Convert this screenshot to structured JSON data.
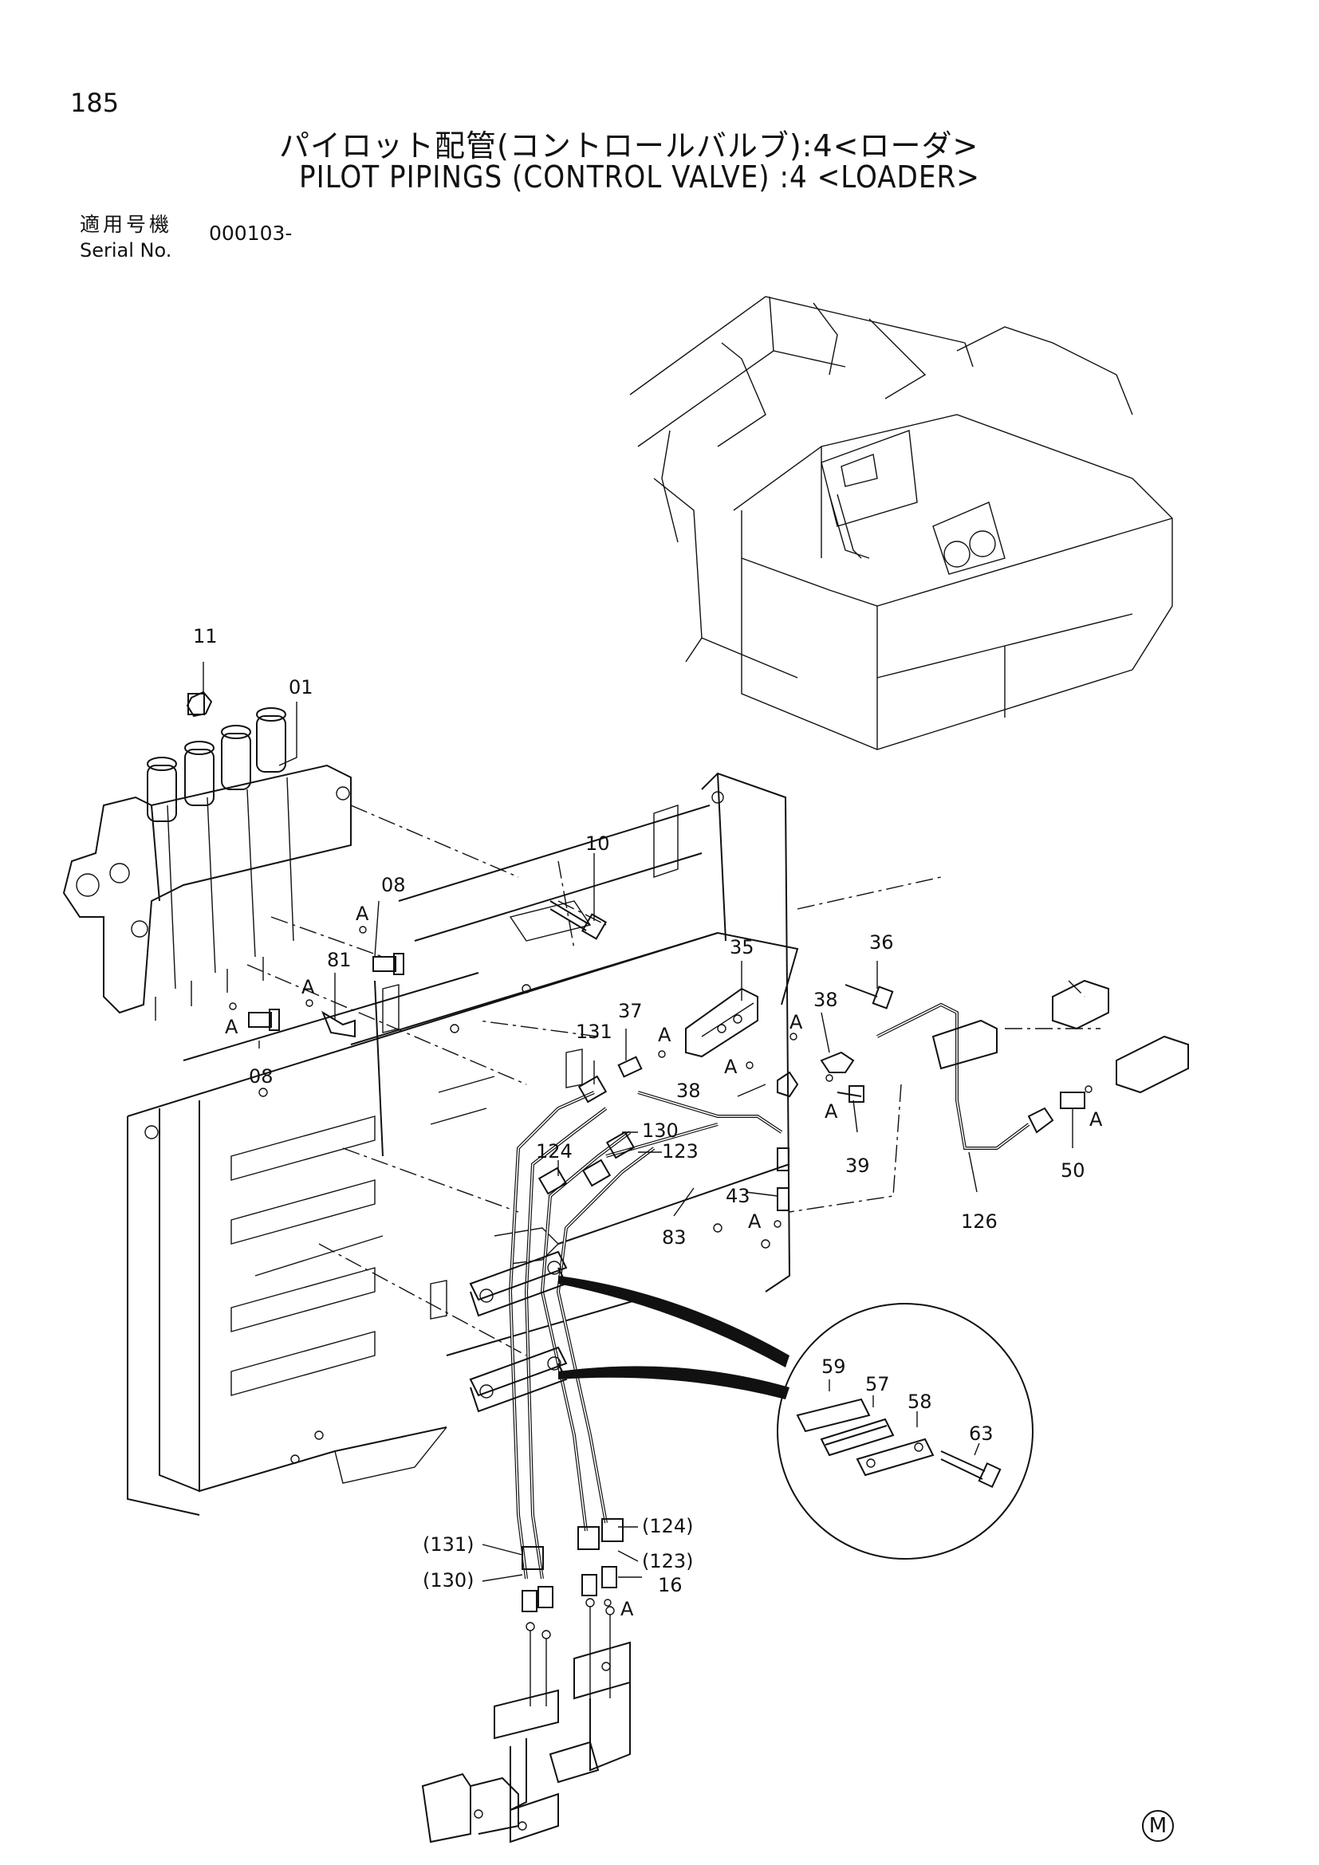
{
  "header": {
    "page_number": "185",
    "title_jp": "パイロット配管(コントロールバルブ):4<ローダ>",
    "title_en": "PILOT PIPINGS (CONTROL VALVE) :4 <LOADER>",
    "serial_label_jp": "適用号機",
    "serial_label_en": "Serial No.",
    "serial_value": "000103-"
  },
  "callouts": [
    {
      "id": "11",
      "text": "11"
    },
    {
      "id": "01",
      "text": "01"
    },
    {
      "id": "10",
      "text": "10"
    },
    {
      "id": "08a",
      "text": "08"
    },
    {
      "id": "08b",
      "text": "08"
    },
    {
      "id": "81",
      "text": "81"
    },
    {
      "id": "36",
      "text": "36"
    },
    {
      "id": "35",
      "text": "35"
    },
    {
      "id": "37",
      "text": "37"
    },
    {
      "id": "38a",
      "text": "38"
    },
    {
      "id": "38b",
      "text": "38"
    },
    {
      "id": "39",
      "text": "39"
    },
    {
      "id": "131",
      "text": "131"
    },
    {
      "id": "130",
      "text": "130"
    },
    {
      "id": "123",
      "text": "123"
    },
    {
      "id": "124",
      "text": "124"
    },
    {
      "id": "43",
      "text": "43"
    },
    {
      "id": "83",
      "text": "83"
    },
    {
      "id": "126",
      "text": "126"
    },
    {
      "id": "50",
      "text": "50"
    },
    {
      "id": "59",
      "text": "59"
    },
    {
      "id": "57",
      "text": "57"
    },
    {
      "id": "58",
      "text": "58"
    },
    {
      "id": "63",
      "text": "63"
    },
    {
      "id": "p124",
      "text": "(124)"
    },
    {
      "id": "p123",
      "text": "(123)"
    },
    {
      "id": "p131",
      "text": "(131)"
    },
    {
      "id": "p130",
      "text": "(130)"
    },
    {
      "id": "16",
      "text": "16"
    }
  ],
  "markers": [
    {
      "id": "A1",
      "text": "A"
    },
    {
      "id": "A2",
      "text": "A"
    },
    {
      "id": "A3",
      "text": "A"
    },
    {
      "id": "A4",
      "text": "A"
    },
    {
      "id": "A5",
      "text": "A"
    },
    {
      "id": "A6",
      "text": "A"
    },
    {
      "id": "A7",
      "text": "A"
    },
    {
      "id": "A8",
      "text": "A"
    },
    {
      "id": "A9",
      "text": "A"
    },
    {
      "id": "A10",
      "text": "A"
    }
  ],
  "footer": {
    "mark": "M"
  },
  "colors": {
    "ink": "#111111",
    "paper": "#ffffff"
  }
}
